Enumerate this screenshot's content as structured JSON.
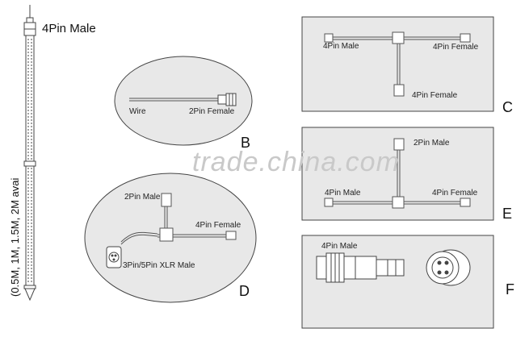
{
  "tube": {
    "title": "4Pin Male",
    "lengths_note": "(0.5M, 1M, 1.5M, 2M avai"
  },
  "panel_b": {
    "letter": "B",
    "left_label": "Wire",
    "right_label": "2Pin Female"
  },
  "panel_c": {
    "letter": "C",
    "left_label": "4Pin Male",
    "right_label": "4Pin Female",
    "bottom_label": "4Pin Female"
  },
  "panel_d": {
    "letter": "D",
    "top_label": "2Pin Male",
    "right_label": "4Pin Female",
    "bottom_label": "3Pin/5Pin XLR Male"
  },
  "panel_e": {
    "letter": "E",
    "top_label": "2Pin Male",
    "left_label": "4Pin Male",
    "right_label": "4Pin Female"
  },
  "panel_f": {
    "letter": "F",
    "label": "4Pin Male"
  },
  "watermark": "trade.china.com",
  "icons": [
    "led-tube-icon",
    "t-splitter-icon",
    "connector-icon",
    "xlr-connector-icon"
  ],
  "colors": {
    "line": "#444444",
    "panel_fill": "#e8e8e8",
    "watermark": "#c9c9c9"
  }
}
